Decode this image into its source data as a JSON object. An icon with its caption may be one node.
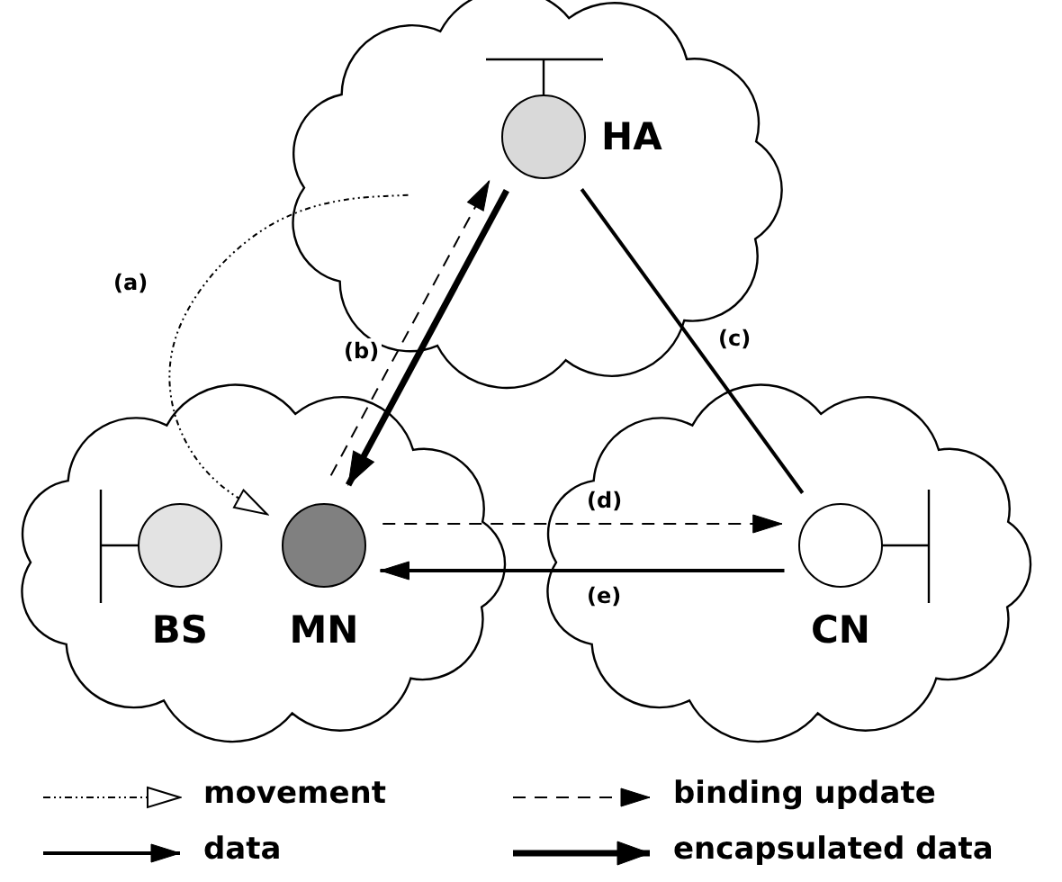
{
  "diagram": {
    "nodes": [
      {
        "text": [],
        "shape": "cloud"
      },
      {
        "text": [
          "HA"
        ],
        "in": 0
      },
      {
        "text": [],
        "shape": "cloud"
      },
      {
        "text": [
          "BS"
        ],
        "in": 2
      },
      {
        "text": [
          "MN"
        ],
        "in": 2
      },
      {
        "text": [],
        "shape": "cloud"
      },
      {
        "text": [
          "CN"
        ],
        "in": 5
      }
    ],
    "edges": [
      {
        "from": 0,
        "to": 4,
        "arrow": "to",
        "label": "(a)",
        "style": "dashed"
      },
      {
        "from": 4,
        "to": 1,
        "arrow": "to",
        "label": "(b)",
        "style": "dashed"
      },
      {
        "from": 6,
        "to": 1,
        "arrow": "none",
        "label": "(c)"
      },
      {
        "from": 1,
        "to": 4,
        "arrow": "to",
        "style": "thick"
      },
      {
        "from": 4,
        "to": 6,
        "arrow": "to",
        "label": "(d)",
        "style": "dashed"
      },
      {
        "from": 6,
        "to": 4,
        "arrow": "to",
        "label": "(e)"
      }
    ],
    "legend": [
      {
        "text": "movement"
      },
      {
        "text": "binding update"
      },
      {
        "text": "data"
      },
      {
        "text": "encapsulated data"
      }
    ]
  }
}
